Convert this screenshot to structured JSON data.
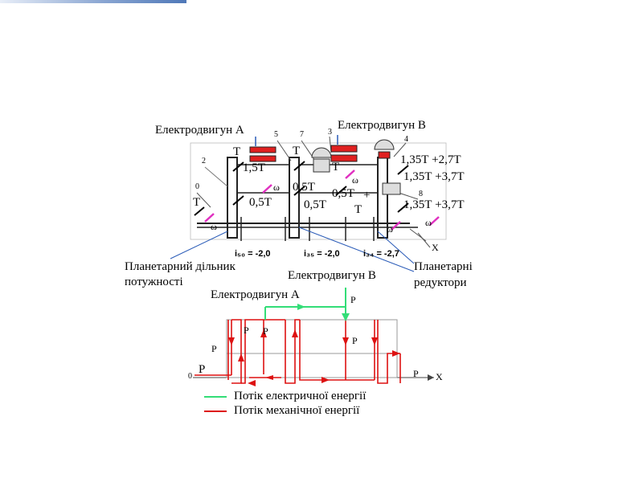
{
  "motor_a": "Електродвигун А",
  "motor_b": "Електродвигун В",
  "motor_b_lower": "Електродвигун В",
  "motor_a_lower": "Електродвигун А",
  "planetary_section": [
    "Планетарний дільник",
    "потужності"
  ],
  "planetary_reducers": [
    "Планетарні",
    "редуктори"
  ],
  "part_numbers": [
    "2",
    "5",
    "7",
    "3",
    "4",
    "0",
    "8"
  ],
  "torques": {
    "t_left": "Т",
    "t_a": "Т",
    "t_b": "Т",
    "t_mid": "Т",
    "t_in": "Т",
    "t_15": "1,5Т",
    "t_05a": "0,5Т",
    "t_05b": "0,5Т",
    "t_05c": "0,5Т",
    "t_05d": "0,5Т",
    "plus": "+",
    "t_b2": "Т",
    "t_r1": "1,35Т +2,7Т",
    "t_r2": "1,35Т +3,7Т",
    "t_r3": "1,35Т +3,7Т"
  },
  "omegas": [
    "ω",
    "ω",
    "ω",
    "ω",
    "ω"
  ],
  "ratios": [
    "i₅₀ = -2,0",
    "i₃₅ = -2,0",
    "i₃₄ = -2,7"
  ],
  "axis_x": "X",
  "zero": "0",
  "power": {
    "p_ab": "P",
    "p_v": "P",
    "p_a": "P",
    "p_0": "P",
    "p_0b": "P",
    "p_i": "P",
    "p_x": "P"
  },
  "legend": [
    {
      "label": "Потік електричної енергії",
      "color": "#33dd77"
    },
    {
      "label": "Потік механічної енергії",
      "color": "#dd1111"
    }
  ]
}
